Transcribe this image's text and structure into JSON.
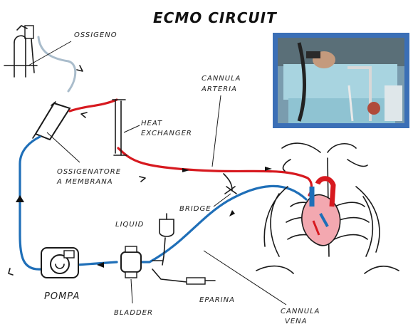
{
  "title": "ECMO CIRCUIT",
  "labels": {
    "ossigeno": "OSSIGENO",
    "cannula_arteria_1": "CANNULA",
    "cannula_arteria_2": "ARTERIA",
    "heat_exchanger_1": "HEAT",
    "heat_exchanger_2": "EXCHANGER",
    "ossigenatore_1": "OSSIGENATORE",
    "ossigenatore_2": "A MEMBRANA",
    "bridge": "BRIDGE",
    "liquid": "LIQUID",
    "pompa": "POMPA",
    "bladder": "BLADDER",
    "eparina": "EPARINA",
    "cannula_vena_1": "CANNULA",
    "cannula_vena_2": "VENA"
  },
  "colors": {
    "arterial_line": "#d7191f",
    "venous_line": "#1f6fb8",
    "oxygen_line": "#a9bccb",
    "photo_frame": "#3b6fb6"
  },
  "icons": [
    "oxygen-tank-icon",
    "heart-icon",
    "ribcage-icon",
    "pump-icon",
    "iv-bag-icon",
    "syringe-icon",
    "patient-photo"
  ]
}
